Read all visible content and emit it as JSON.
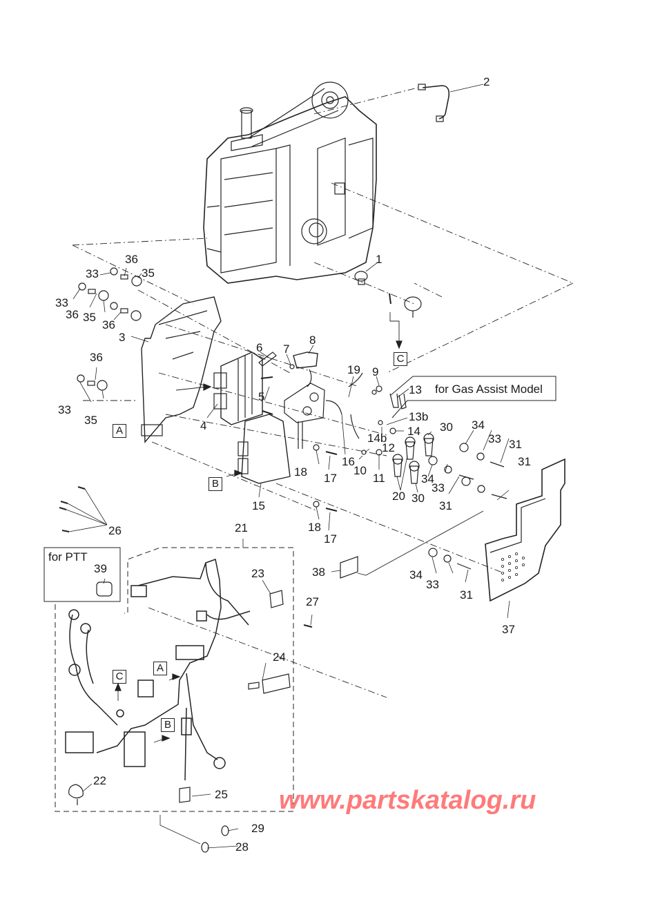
{
  "diagram": {
    "type": "exploded-parts-diagram",
    "subject": "Outboard engine electrical components and wiring harness",
    "notes": {
      "gas_assist": "for Gas Assist Model",
      "ptt": "for PTT"
    },
    "reference_markers": [
      "A",
      "B",
      "C"
    ],
    "callouts": [
      {
        "id": "p1",
        "label": "1"
      },
      {
        "id": "p2",
        "label": "2"
      },
      {
        "id": "p3",
        "label": "3"
      },
      {
        "id": "p4",
        "label": "4"
      },
      {
        "id": "p5",
        "label": "5"
      },
      {
        "id": "p6",
        "label": "6"
      },
      {
        "id": "p7",
        "label": "7"
      },
      {
        "id": "p8",
        "label": "8"
      },
      {
        "id": "p9",
        "label": "9"
      },
      {
        "id": "p10",
        "label": "10"
      },
      {
        "id": "p11",
        "label": "11"
      },
      {
        "id": "p12",
        "label": "12"
      },
      {
        "id": "p13",
        "label": "13"
      },
      {
        "id": "p13b",
        "label": "13b"
      },
      {
        "id": "p14",
        "label": "14"
      },
      {
        "id": "p14b",
        "label": "14b"
      },
      {
        "id": "p15",
        "label": "15"
      },
      {
        "id": "p16",
        "label": "16"
      },
      {
        "id": "p17a",
        "label": "17"
      },
      {
        "id": "p17b",
        "label": "17"
      },
      {
        "id": "p18a",
        "label": "18"
      },
      {
        "id": "p18b",
        "label": "18"
      },
      {
        "id": "p19",
        "label": "19"
      },
      {
        "id": "p20",
        "label": "20"
      },
      {
        "id": "p21",
        "label": "21"
      },
      {
        "id": "p22",
        "label": "22"
      },
      {
        "id": "p23",
        "label": "23"
      },
      {
        "id": "p24",
        "label": "24"
      },
      {
        "id": "p25",
        "label": "25"
      },
      {
        "id": "p26",
        "label": "26"
      },
      {
        "id": "p27",
        "label": "27"
      },
      {
        "id": "p28",
        "label": "28"
      },
      {
        "id": "p29",
        "label": "29"
      },
      {
        "id": "p30a",
        "label": "30"
      },
      {
        "id": "p30b",
        "label": "30"
      },
      {
        "id": "p31a",
        "label": "31"
      },
      {
        "id": "p31b",
        "label": "31"
      },
      {
        "id": "p31c",
        "label": "31"
      },
      {
        "id": "p31d",
        "label": "31"
      },
      {
        "id": "p33a",
        "label": "33"
      },
      {
        "id": "p33b",
        "label": "33"
      },
      {
        "id": "p33c",
        "label": "33"
      },
      {
        "id": "p33d",
        "label": "33"
      },
      {
        "id": "p33e",
        "label": "33"
      },
      {
        "id": "p33f",
        "label": "33"
      },
      {
        "id": "p34a",
        "label": "34"
      },
      {
        "id": "p34b",
        "label": "34"
      },
      {
        "id": "p34c",
        "label": "34"
      },
      {
        "id": "p35a",
        "label": "35"
      },
      {
        "id": "p35b",
        "label": "35"
      },
      {
        "id": "p35c",
        "label": "35"
      },
      {
        "id": "p36a",
        "label": "36"
      },
      {
        "id": "p36b",
        "label": "36"
      },
      {
        "id": "p36c",
        "label": "36"
      },
      {
        "id": "p36d",
        "label": "36"
      },
      {
        "id": "p37",
        "label": "37"
      },
      {
        "id": "p38",
        "label": "38"
      },
      {
        "id": "p39",
        "label": "39"
      }
    ]
  },
  "watermark": "www.partskatalog.ru"
}
